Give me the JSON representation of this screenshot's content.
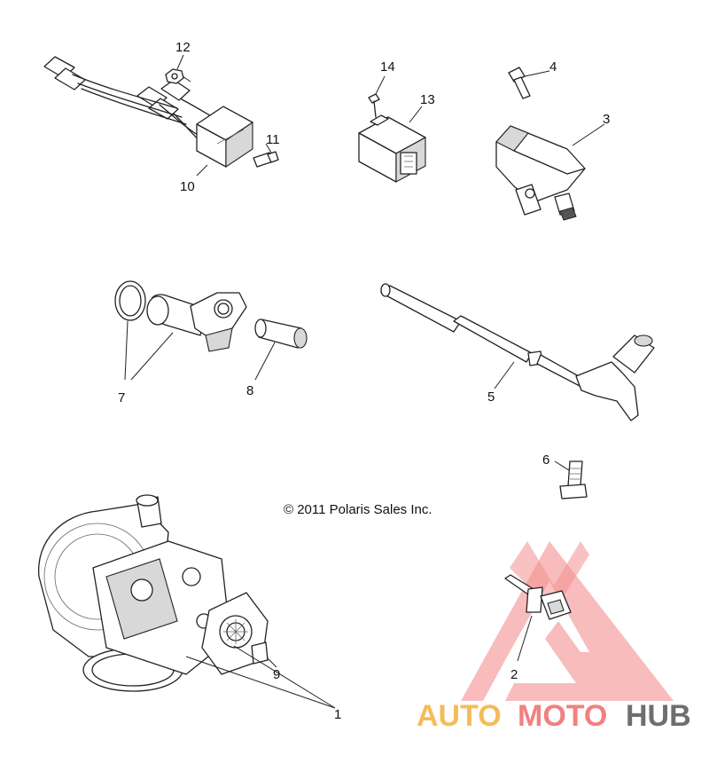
{
  "copyright": "© 2011 Polaris Sales Inc.",
  "callouts": {
    "c1": "1",
    "c2": "2",
    "c3": "3",
    "c4": "4",
    "c5": "5",
    "c6": "6",
    "c7": "7",
    "c8": "8",
    "c9": "9",
    "c10": "10",
    "c11": "11",
    "c12": "12",
    "c13": "13",
    "c14": "14"
  },
  "watermark": {
    "part1": "AUTO",
    "part2": "MOTO",
    "part3": "HUB",
    "colors": {
      "orange": "#f3b13c",
      "red": "#f06b6b",
      "gray": "#555555",
      "triangle": "#f27c7c"
    }
  }
}
